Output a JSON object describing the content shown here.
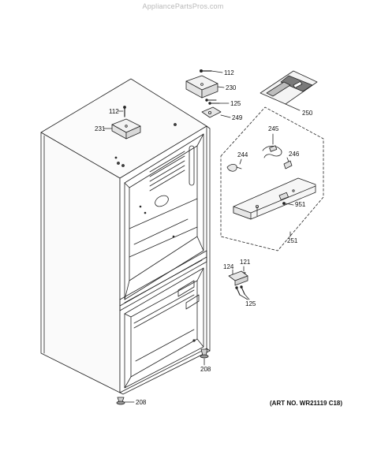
{
  "watermark": "AppliancePartsPros.com",
  "art_number": "(ART NO. WR21119 C18)",
  "callouts": {
    "c112a": "112",
    "c230": "230",
    "c125a": "125",
    "c249": "249",
    "c250": "250",
    "c112b": "112",
    "c231": "231",
    "c245": "245",
    "c244": "244",
    "c246": "246",
    "c951": "951",
    "c251": "251",
    "c121": "121",
    "c124": "124",
    "c125b": "125",
    "c208a": "208",
    "c208b": "208"
  }
}
